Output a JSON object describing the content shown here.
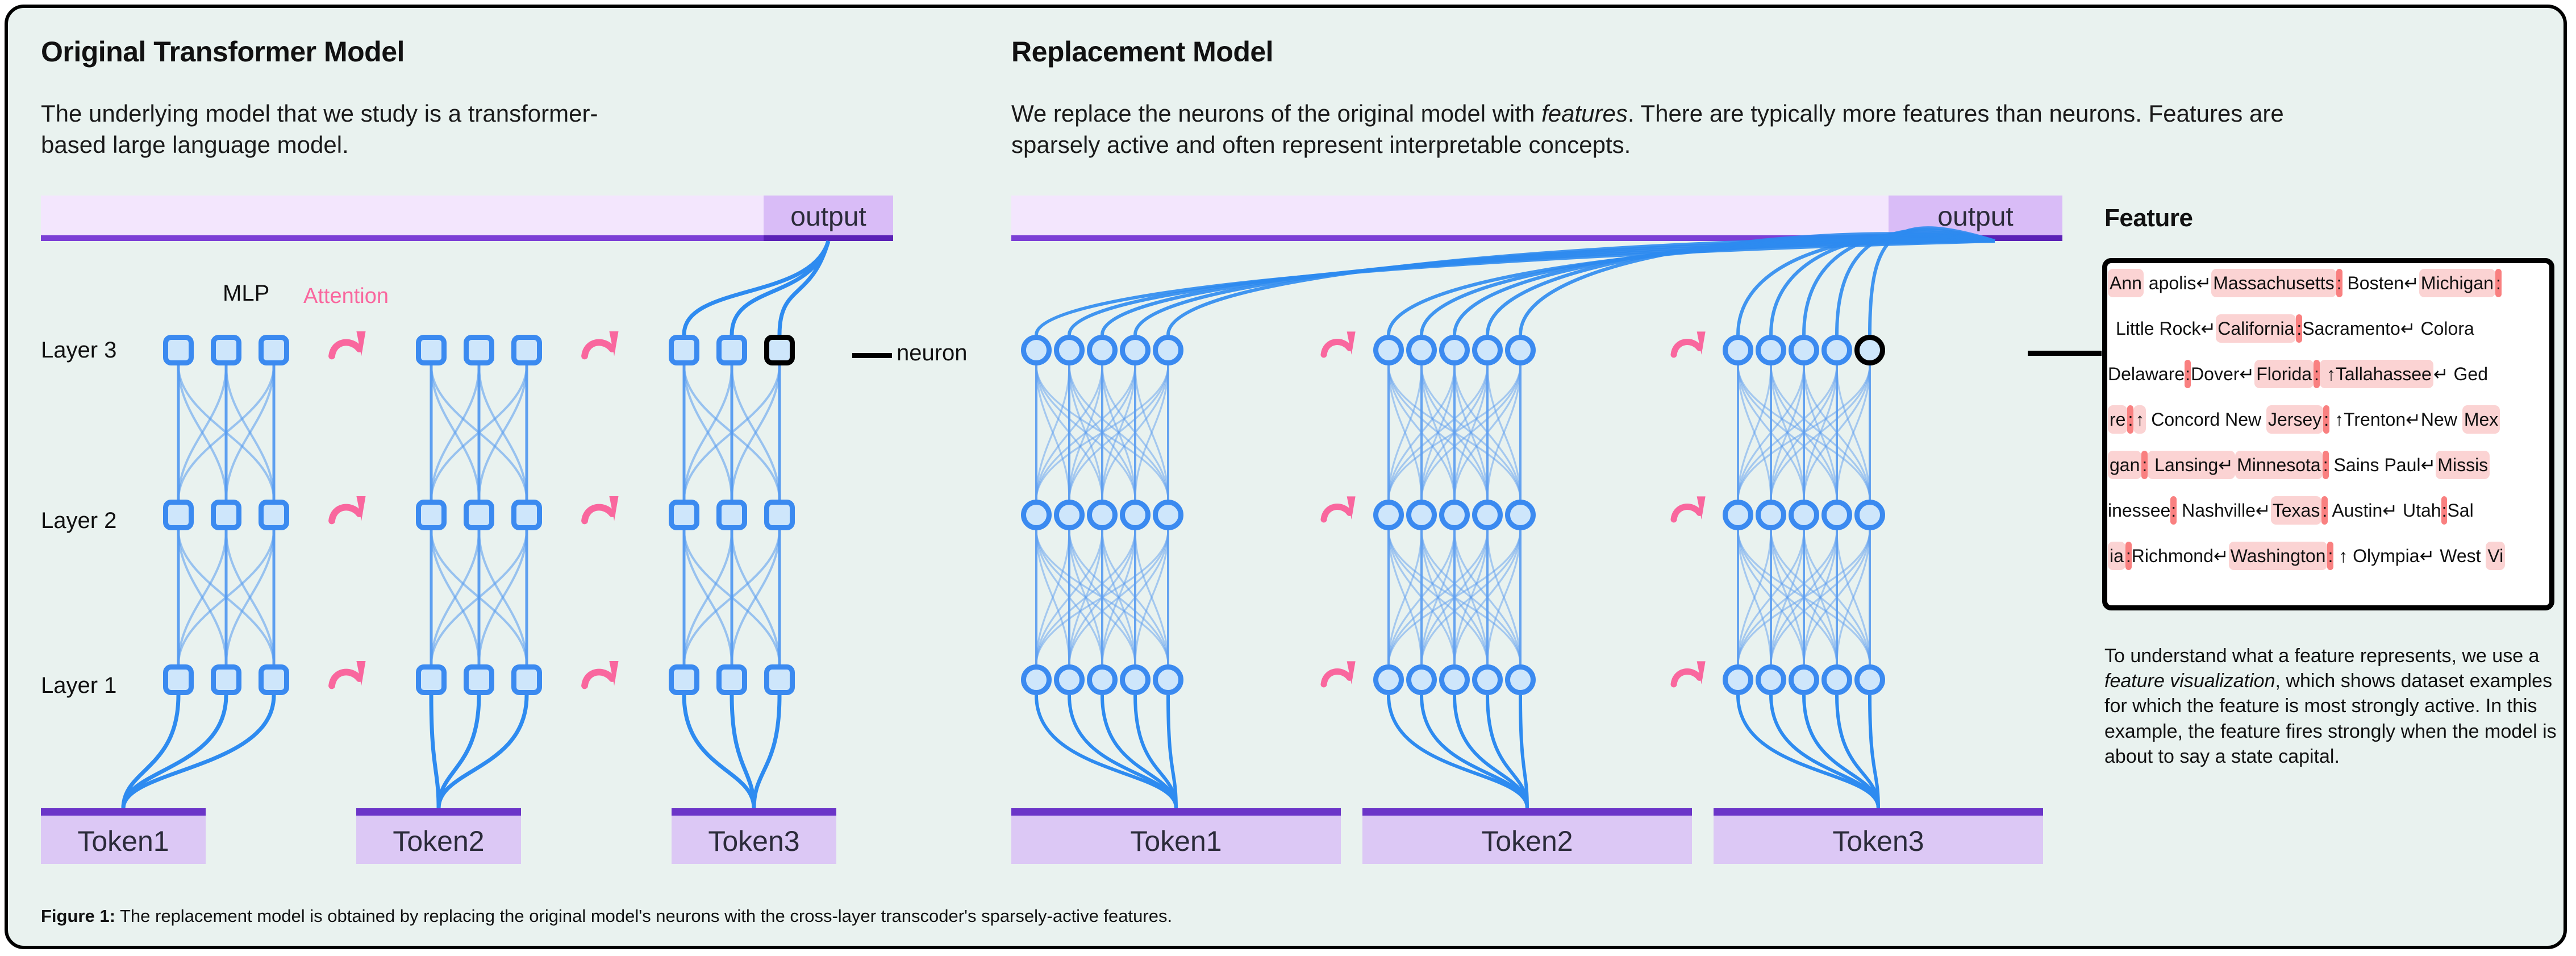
{
  "left_panel": {
    "title": "Original Transformer Model",
    "description": "The underlying model that we study is a transformer-based large language model.",
    "output_label": "output",
    "mlp_label": "MLP",
    "attention_label": "Attention",
    "neuron_label": "neuron",
    "layers": [
      "Layer 3",
      "Layer 2",
      "Layer 1"
    ],
    "tokens": [
      "Token1",
      "Token2",
      "Token3"
    ],
    "nodes_per_token": 3
  },
  "right_panel": {
    "title": "Replacement Model",
    "description_parts": {
      "p1": "We replace the neurons of the original model with ",
      "em1": "features",
      "p2": ". There are typically more features than neurons. Features are sparsely active and often represent interpretable concepts."
    },
    "output_label": "output",
    "tokens": [
      "Token1",
      "Token2",
      "Token3"
    ],
    "nodes_per_token": 5
  },
  "feature_panel": {
    "title": "Feature",
    "rows": [
      [
        {
          "t": "Ann",
          "h": "strong-light"
        },
        {
          "t": " apolis↵",
          "h": "none"
        },
        {
          "t": "Massachusetts",
          "h": "strong-light"
        },
        {
          "t": ":",
          "h": "strong"
        },
        {
          "t": " Bosten↵",
          "h": "none"
        },
        {
          "t": "Michigan",
          "h": "strong-light"
        },
        {
          "t": ":",
          "h": "strong"
        }
      ],
      [
        {
          "t": " Little Rock↵",
          "h": "none"
        },
        {
          "t": "California",
          "h": "strong-light"
        },
        {
          "t": ":",
          "h": "strong"
        },
        {
          "t": "Sacramento↵ Colora",
          "h": "none"
        }
      ],
      [
        {
          "t": "Delaware",
          "h": "none"
        },
        {
          "t": ":",
          "h": "strong"
        },
        {
          "t": "Dover↵",
          "h": "none"
        },
        {
          "t": "Florida",
          "h": "strong-light"
        },
        {
          "t": ":",
          "h": "strong"
        },
        {
          "t": " ↑Tallahassee",
          "h": "strong-light"
        },
        {
          "t": "↵ Ged",
          "h": "none"
        }
      ],
      [
        {
          "t": "re",
          "h": "strong-light"
        },
        {
          "t": ":",
          "h": "strong"
        },
        {
          "t": "↑",
          "h": "strong-light"
        },
        {
          "t": " Concord  New ",
          "h": "none"
        },
        {
          "t": "Jersey",
          "h": "strong-light"
        },
        {
          "t": ":",
          "h": "strong"
        },
        {
          "t": " ↑Trenton↵New ",
          "h": "none"
        },
        {
          "t": "Mex",
          "h": "strong-light"
        }
      ],
      [
        {
          "t": "gan",
          "h": "strong-light"
        },
        {
          "t": ":",
          "h": "strong"
        },
        {
          "t": " Lansing↵",
          "h": "strong-light"
        },
        {
          "t": "Minnesota",
          "h": "strong-light"
        },
        {
          "t": ":",
          "h": "strong"
        },
        {
          "t": " Sains Paul↵",
          "h": "none"
        },
        {
          "t": "Missis",
          "h": "strong-light"
        }
      ],
      [
        {
          "t": "inessee",
          "h": "none"
        },
        {
          "t": ":",
          "h": "strong"
        },
        {
          "t": " Nashville↵",
          "h": "none"
        },
        {
          "t": "Texas",
          "h": "strong-light"
        },
        {
          "t": ":",
          "h": "strong"
        },
        {
          "t": " Austin↵ Utah",
          "h": "none"
        },
        {
          "t": ":",
          "h": "strong"
        },
        {
          "t": "Sal",
          "h": "none"
        }
      ],
      [
        {
          "t": "ia",
          "h": "strong-light"
        },
        {
          "t": ":",
          "h": "strong"
        },
        {
          "t": "Richmond↵",
          "h": "none"
        },
        {
          "t": "Washington",
          "h": "strong-light"
        },
        {
          "t": ":",
          "h": "strong"
        },
        {
          "t": " ↑ Olympia↵ West ",
          "h": "none"
        },
        {
          "t": "Vi",
          "h": "strong-light"
        }
      ]
    ],
    "explanation_parts": {
      "p1": "To understand what a feature represents, we use a ",
      "em1": "feature visualization",
      "p2": ", which shows dataset examples for which the feature is most strongly active. In this example, the feature fires strongly when the model is about to say a state capital."
    }
  },
  "caption": {
    "prefix": "Figure 1:",
    "text": "The replacement model is obtained by replacing the original model's neurons with the cross-layer transcoder's sparsely-active features."
  },
  "colors": {
    "background": "#E9F2EF",
    "node_fill": "#CEE6FB",
    "node_border": "#3B8AF0",
    "edge": "#3B8AF0",
    "attention_pink": "#F9679E",
    "token_fill": "#DCC8F5",
    "token_bar": "#6B35C8",
    "residual_fill": "#F3E6FD",
    "residual_bar": "#7C3FD6",
    "output_fill": "#D9BCF7",
    "output_bar": "#5B21B6",
    "highlight_light": "#FBD3D3",
    "highlight_strong": "#F98080"
  }
}
